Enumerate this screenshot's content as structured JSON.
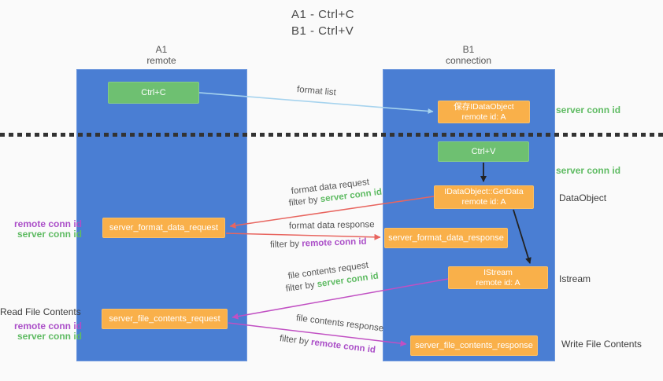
{
  "title": {
    "line1": "A1 - Ctrl+C",
    "line2": "B1 - Ctrl+V"
  },
  "columns": {
    "left": {
      "name": "A1",
      "role": "remote"
    },
    "right": {
      "name": "B1",
      "role": "connection"
    }
  },
  "nodes": {
    "ctrl_c": "Ctrl+C",
    "ctrl_v": "Ctrl+V",
    "save_idataobject": {
      "line1": "保存IDataObject",
      "line2": "remote id: A"
    },
    "getdata": {
      "line1": "IDataObject::GetData",
      "line2": "remote id: A"
    },
    "istream": {
      "line1": "IStream",
      "line2": "remote id: A"
    },
    "format_request": "server_format_data_request",
    "format_response": "server_format_data_response",
    "file_request": "server_file_contents_request",
    "file_response": "server_file_contents_response"
  },
  "side_labels": {
    "server_conn_id_top": "server conn id",
    "server_conn_id_mid": "server conn id",
    "dataobject": "DataObject",
    "istream": "Istream",
    "write_file_contents": "Write File Contents",
    "read_file_contents": "Read File Contents",
    "remote_conn_id_1": "remote conn id",
    "server_conn_id_1": "server conn id",
    "remote_conn_id_2": "remote conn id",
    "server_conn_id_2": "server conn id"
  },
  "arrow_labels": {
    "format_list": "format list",
    "format_data_request": "format data request",
    "format_data_response": "format data response",
    "file_contents_request": "file contents request",
    "file_contents_response": "file contents response",
    "filter_by": "filter by ",
    "server_conn_id": "server conn id",
    "remote_conn_id": "remote conn id"
  },
  "colors": {
    "lifeline_blue": "#4a7ed3",
    "node_green": "#6ec071",
    "node_orange": "#f9b04a",
    "arrow_red": "#e8655f",
    "arrow_magenta": "#c150c3",
    "arrow_lightblue": "#a6d3ee",
    "arrow_black": "#222222",
    "label_green": "#5fbb63",
    "label_purple": "#ab4fc8"
  }
}
